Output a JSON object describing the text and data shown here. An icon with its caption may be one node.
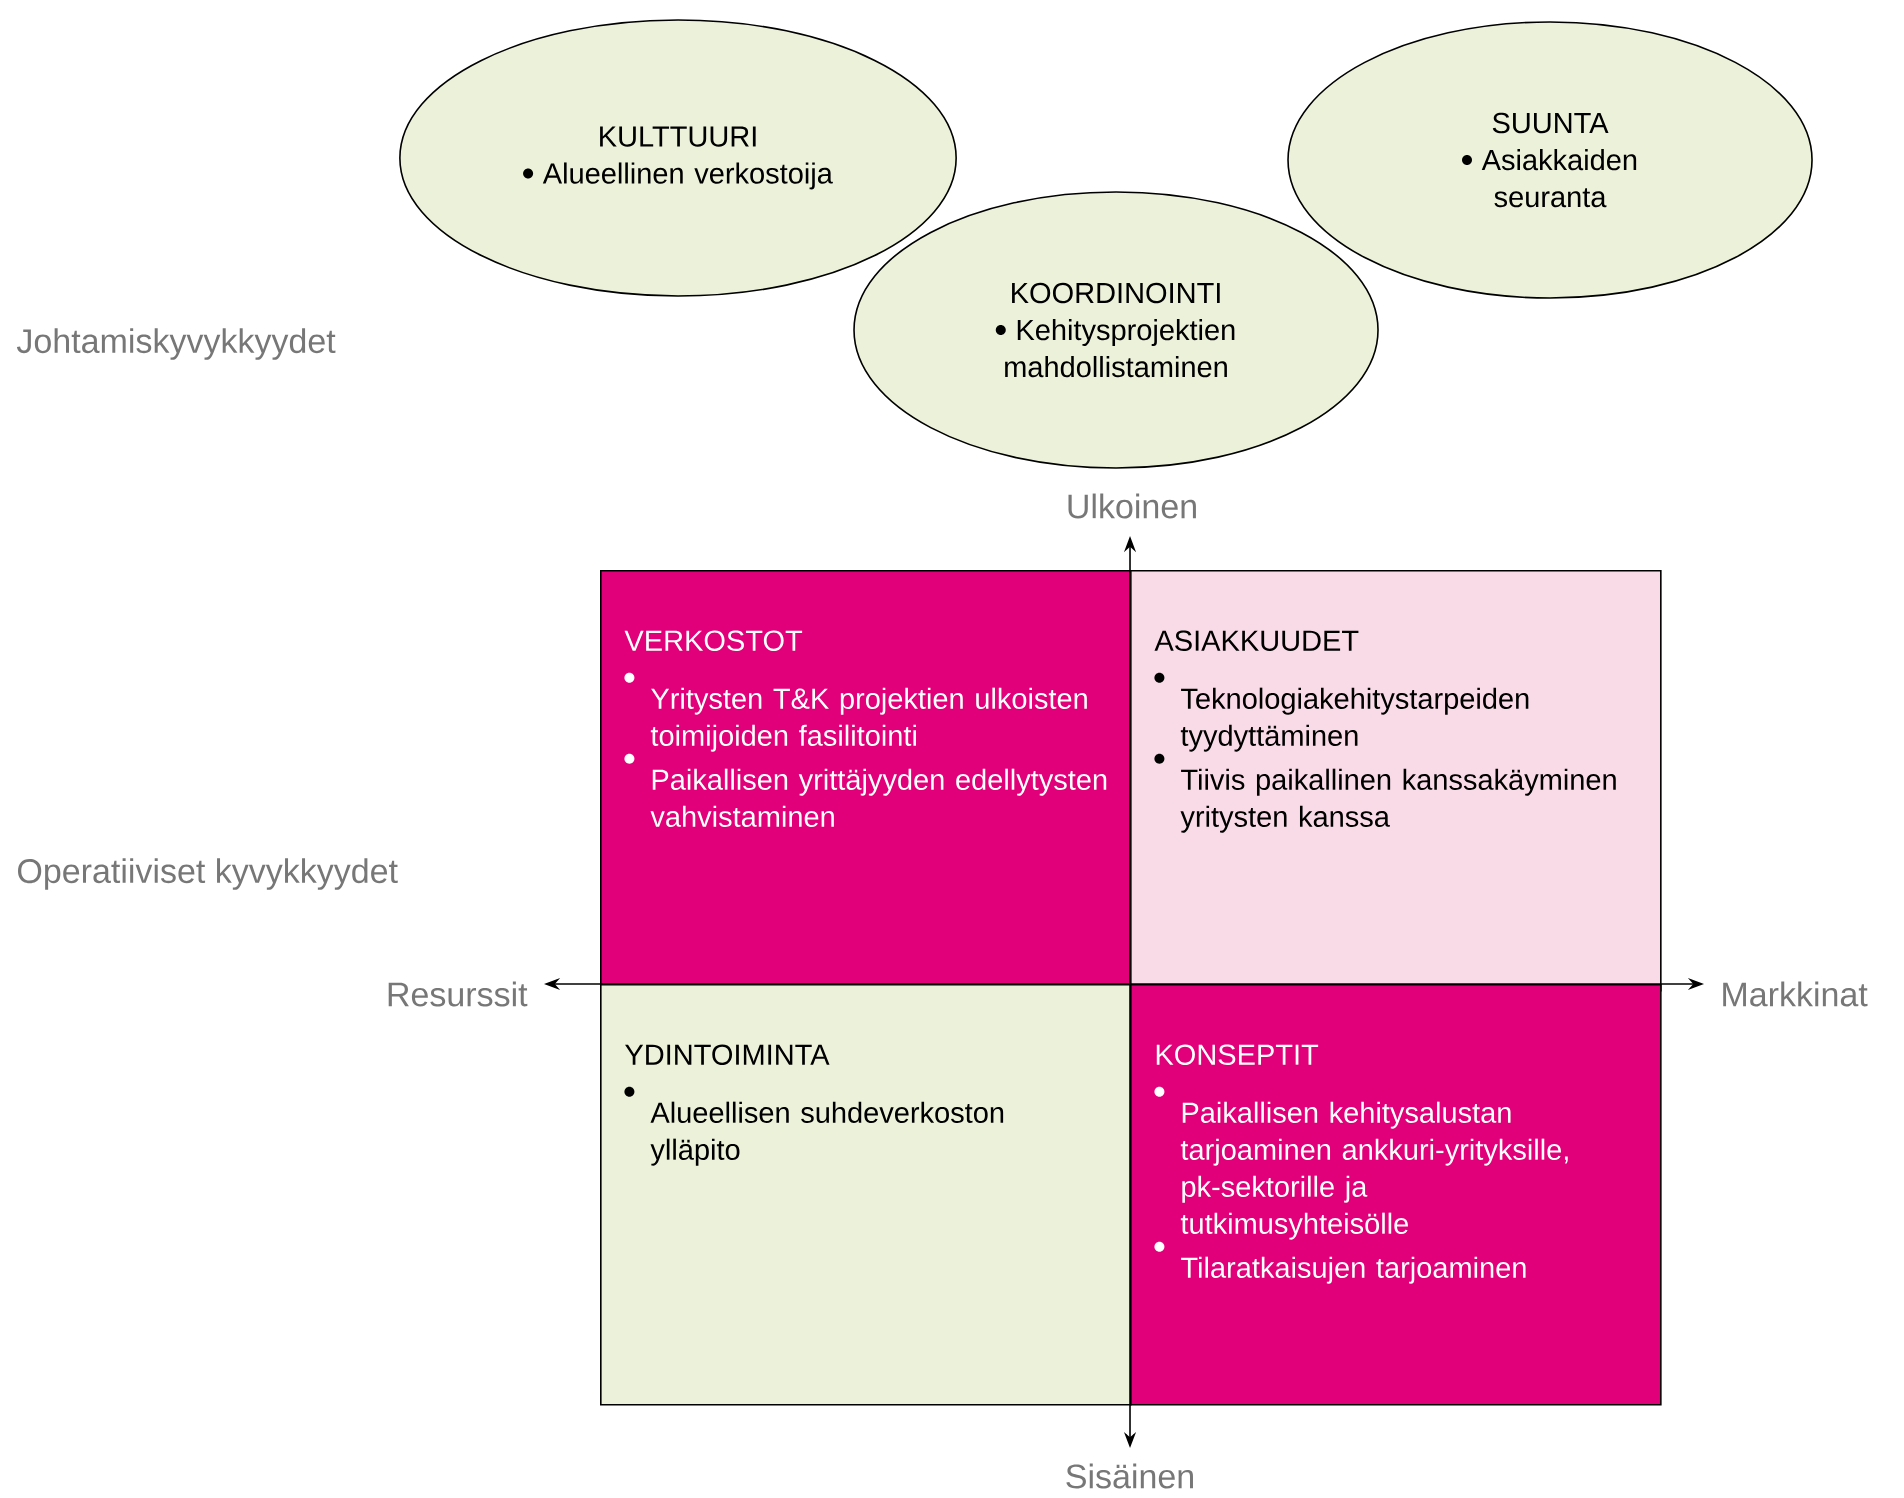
{
  "diagram": {
    "nodes": [
      {
        "text": [
          "KULTTUURI",
          "Alueellinen verkostoija"
        ]
      },
      {
        "text": [
          "SUUNTA",
          "Asiakkaiden seuranta"
        ]
      },
      {
        "text": [
          "KOORDINOINTI",
          "Kehitysprojektien mahdollistaminen"
        ]
      },
      {
        "text": [
          "VERKOSTOT",
          "Yritysten T&K projektien ulkoisten toimijoiden fasilitointi",
          "Paikallisen yrittäjyyden edellytysten vahvistaminen"
        ]
      },
      {
        "text": [
          "ASIAKKUUDET",
          "Teknologiakehitystarpeiden tyydyttäminen",
          "Tiivis paikallinen kanssakäyminen yritysten kanssa"
        ]
      },
      {
        "text": [
          "YDINTOIMINTA",
          "Alueellisen suhdeverkoston ylläpito"
        ]
      },
      {
        "text": [
          "KONSEPTIT",
          "Paikallisen kehitysalustan tarjoaminen ankkuri-yrityksille, pk-sektorille ja tutkimusyhteisölle",
          "Tilaratkaisujen tarjoaminen"
        ]
      }
    ],
    "labels": [
      "Johtamiskyvykkyydet",
      "Ulkoinen",
      "Operatiiviset kyvykkyydet",
      "Resurssit",
      "Markkinat",
      "Sisäinen"
    ]
  }
}
